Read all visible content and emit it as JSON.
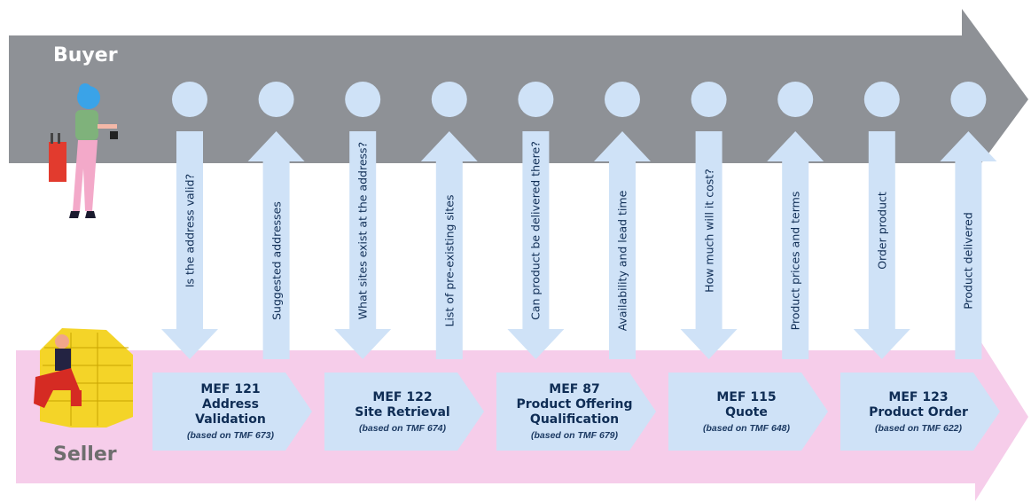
{
  "lanes": {
    "buyer": "Buyer",
    "seller": "Seller"
  },
  "colors": {
    "buyer_band": "#8e9196",
    "seller_band": "#f6cdea",
    "step_box": "#cfe2f7",
    "arrow": "#cfe2f7",
    "text": "#0f2d55"
  },
  "illustrations": {
    "buyer": "woman-with-suitcase-illustration",
    "seller": "person-on-gold-bricks-illustration"
  },
  "interactions": [
    {
      "label": "Is the address valid?",
      "direction": "down"
    },
    {
      "label": "Suggested addresses",
      "direction": "up"
    },
    {
      "label": "What sites exist at the address?",
      "direction": "down"
    },
    {
      "label": "List of pre-existing sites",
      "direction": "up"
    },
    {
      "label": "Can product be delivered there?",
      "direction": "down"
    },
    {
      "label": "Availability and lead time",
      "direction": "up"
    },
    {
      "label": "How much will it cost?",
      "direction": "down"
    },
    {
      "label": "Product prices and terms",
      "direction": "up"
    },
    {
      "label": "Order product",
      "direction": "down"
    },
    {
      "label": "Product delivered",
      "direction": "up"
    }
  ],
  "steps": [
    {
      "title": "MEF 121\nAddress\nValidation",
      "basis": "(based on TMF 673)"
    },
    {
      "title": "MEF 122\nSite Retrieval",
      "basis": "(based on TMF 674)"
    },
    {
      "title": "MEF 87\nProduct Offering\nQualification",
      "basis": "(based on TMF 679)"
    },
    {
      "title": "MEF 115\nQuote",
      "basis": "(based on TMF 648)"
    },
    {
      "title": "MEF 123\nProduct Order",
      "basis": "(based on TMF 622)"
    }
  ]
}
